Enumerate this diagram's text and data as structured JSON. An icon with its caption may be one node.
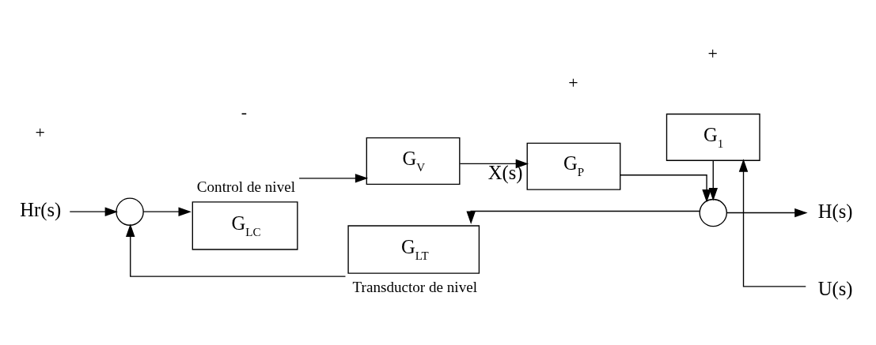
{
  "diagram": {
    "nodes": [
      {
        "text": [
          "Hr(s)"
        ]
      },
      {
        "text": [],
        "shape": "circle"
      },
      {
        "text": [
          "G$_{LC}$"
        ],
        "beside": [
          "Control de nivel"
        ]
      },
      {
        "text": [
          "G$_{V}$"
        ]
      },
      {
        "text": [
          "G$_{P}$"
        ]
      },
      {
        "text": [],
        "shape": "circle"
      },
      {
        "text": [
          "G$_{1}$"
        ]
      },
      {
        "text": [
          "U(s)"
        ]
      },
      {
        "text": [
          "H(s)"
        ]
      },
      {
        "text": [
          "G$_{LT}$"
        ],
        "beside": [
          "Transductor de nivel"
        ]
      }
    ],
    "edges": [
      {
        "from": 0,
        "to": 1,
        "arrow": "to"
      },
      {
        "from": 1,
        "to": 2,
        "arrow": "to"
      },
      {
        "from": 2,
        "to": 3,
        "arrow": "to"
      },
      {
        "from": 3,
        "to": 4,
        "arrow": "to",
        "label": "X(s)"
      },
      {
        "from": 4,
        "to": 5,
        "arrow": "to"
      },
      {
        "from": 7,
        "to": 6,
        "arrow": "to"
      },
      {
        "from": 6,
        "to": 5,
        "arrow": "to"
      },
      {
        "from": 5,
        "to": 8,
        "arrow": "to"
      },
      {
        "from": 5,
        "to": 9,
        "arrow": "to"
      },
      {
        "from": 9,
        "to": 1,
        "arrow": "to"
      }
    ],
    "labels": [
      "+",
      "-",
      "+",
      "+"
    ]
  }
}
